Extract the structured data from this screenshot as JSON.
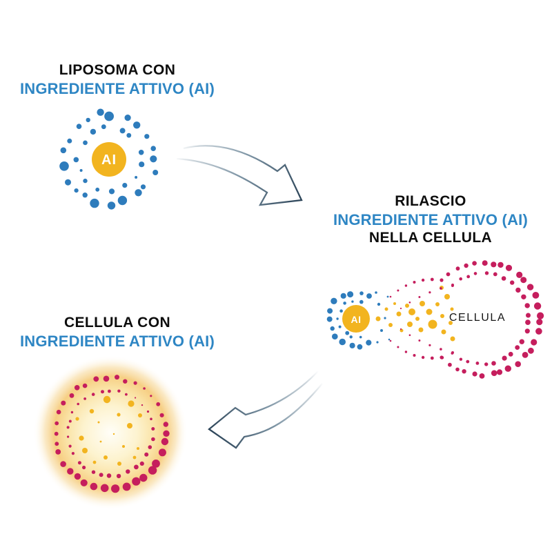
{
  "palette": {
    "background": "#ffffff",
    "blue_dot": "#2e7cbc",
    "blue_text": "#2e86c4",
    "yellow": "#f2b41f",
    "crimson": "#c51e5d",
    "arrow_dark": "#2c4458",
    "arrow_light": "#c7d1d8",
    "text_black": "#0d0d0d",
    "core_text": "#ffffff"
  },
  "step1": {
    "line1": "LIPOSOMA CON",
    "line2": "INGREDIENTE ATTIVO (AI)",
    "core_label": "AI"
  },
  "step2": {
    "line1": "RILASCIO",
    "line2": "INGREDIENTE ATTIVO (AI)",
    "line3": "NELLA CELLULA",
    "core_label": "AI",
    "cell_label": "CELLULA"
  },
  "step3": {
    "line1": "CELLULA CON",
    "line2": "INGREDIENTE ATTIVO (AI)"
  }
}
